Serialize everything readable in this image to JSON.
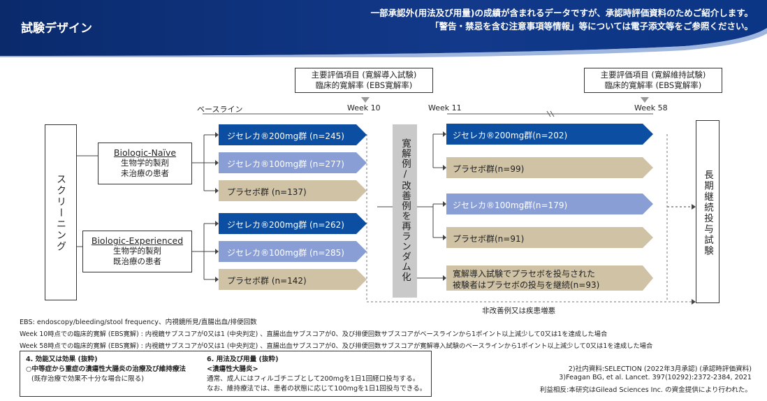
{
  "header": {
    "title": "試験デザイン",
    "note_line1": "一部承認外(用法及び用量)の成績が含まれるデータですが、承認時評価資料のためご紹介します。",
    "note_line2": "「警告・禁忌を含む注意事項等情報」等については電子添文等をご参照ください。"
  },
  "endpoints": {
    "induction": {
      "line1": "主要評価項目 (寛解導入試験)",
      "line2": "臨床的寛解率 (EBS寛解率)"
    },
    "maintenance": {
      "line1": "主要評価項目 (寛解維持試験)",
      "line2": "臨床的寛解率 (EBS寛解率)"
    }
  },
  "timeline": {
    "baseline": "ベースライン",
    "week10": "Week 10",
    "week11": "Week 11",
    "week58": "Week 58"
  },
  "screening": "スクリーニング",
  "populations": {
    "naive": {
      "title": "Biologic-Naïve",
      "line2": "生物学的製剤",
      "line3": "未治療の患者"
    },
    "experienced": {
      "title": "Biologic-Experienced",
      "line2": "生物学的製剤",
      "line3": "既治療の患者"
    }
  },
  "induction_arms": [
    {
      "label": "ジセレカ®200mg群 (n=245)",
      "style": "dark"
    },
    {
      "label": "ジセレカ®100mg群 (n=277)",
      "style": "light"
    },
    {
      "label": "プラセボ群 (n=137)",
      "style": "tan"
    },
    {
      "label": "ジセレカ®200mg群 (n=262)",
      "style": "dark"
    },
    {
      "label": "ジセレカ®100mg群 (n=285)",
      "style": "light"
    },
    {
      "label": "プラセボ群 (n=142)",
      "style": "tan"
    }
  ],
  "rerandomization": "寛解例/改善例を再ランダム化",
  "maintenance_arms": [
    {
      "label": "ジセレカ®200mg群(n=202)",
      "style": "dark"
    },
    {
      "label": "プラセボ群(n=99)",
      "style": "tan"
    },
    {
      "label": "ジセレカ®100mg群(n=179)",
      "style": "light"
    },
    {
      "label": "プラセボ群(n=91)",
      "style": "tan"
    },
    {
      "label": "寛解導入試験でプラセボを投与された",
      "label2": "被験者はプラセボの投与を継続(n=93)",
      "style": "tan"
    }
  ],
  "long_term": "長期継続投与試験",
  "non_improved": "非改善例又は疾患増悪",
  "footnotes": {
    "ebs": "EBS: endoscopy/bleeding/stool frequency、内視鏡所見/直腸出血/排便回数",
    "week10": "Week 10時点での臨床的寛解 (EBS寛解) : 内視鏡サブスコアが0又は1 (中央判定) 、直腸出血サブスコアが0、及び排便回数サブスコアがベースラインから1ポイント以上減少して0又は1を達成した場合",
    "week58": "Week 58時点での臨床的寛解 (EBS寛解) : 内視鏡サブスコアが0又は1 (中央判定) 、直腸出血サブスコアが0、及び排便回数サブスコアが寛解導入試験のベースラインから1ポイント以上減少して0又は1を達成した場合"
  },
  "indication": {
    "heading": "4. 効能又は効果 (抜粋)",
    "line1": "○中等症から重症の潰瘍性大腸炎の治療及び維持療法",
    "line2": "(既存治療で効果不十分な場合に限る)"
  },
  "dosage": {
    "heading": "6. 用法及び用量 (抜粋)",
    "line1": "<潰瘍性大腸炎>",
    "line2": "通常、成人にはフィルゴチニブとして200mgを1日1回経口投与する。",
    "line3": "なお、維持療法では、患者の状態に応じて100mgを1日1回投与できる。"
  },
  "references": {
    "ref1": "2)社内資料:SELECTION (2022年3月承認) (承認時評価資料)",
    "ref2": "3)Feagan BG, et al. Lancet. 397(10292):2372-2384, 2021",
    "ref3": "利益相反:本研究はGilead Sciences Inc. の資金提供により行われた。"
  },
  "colors": {
    "dark": "#0b4ea2",
    "light": "#8a9ed6",
    "tan": "#cfc2a5",
    "header_bg": "#0d2c6e"
  }
}
